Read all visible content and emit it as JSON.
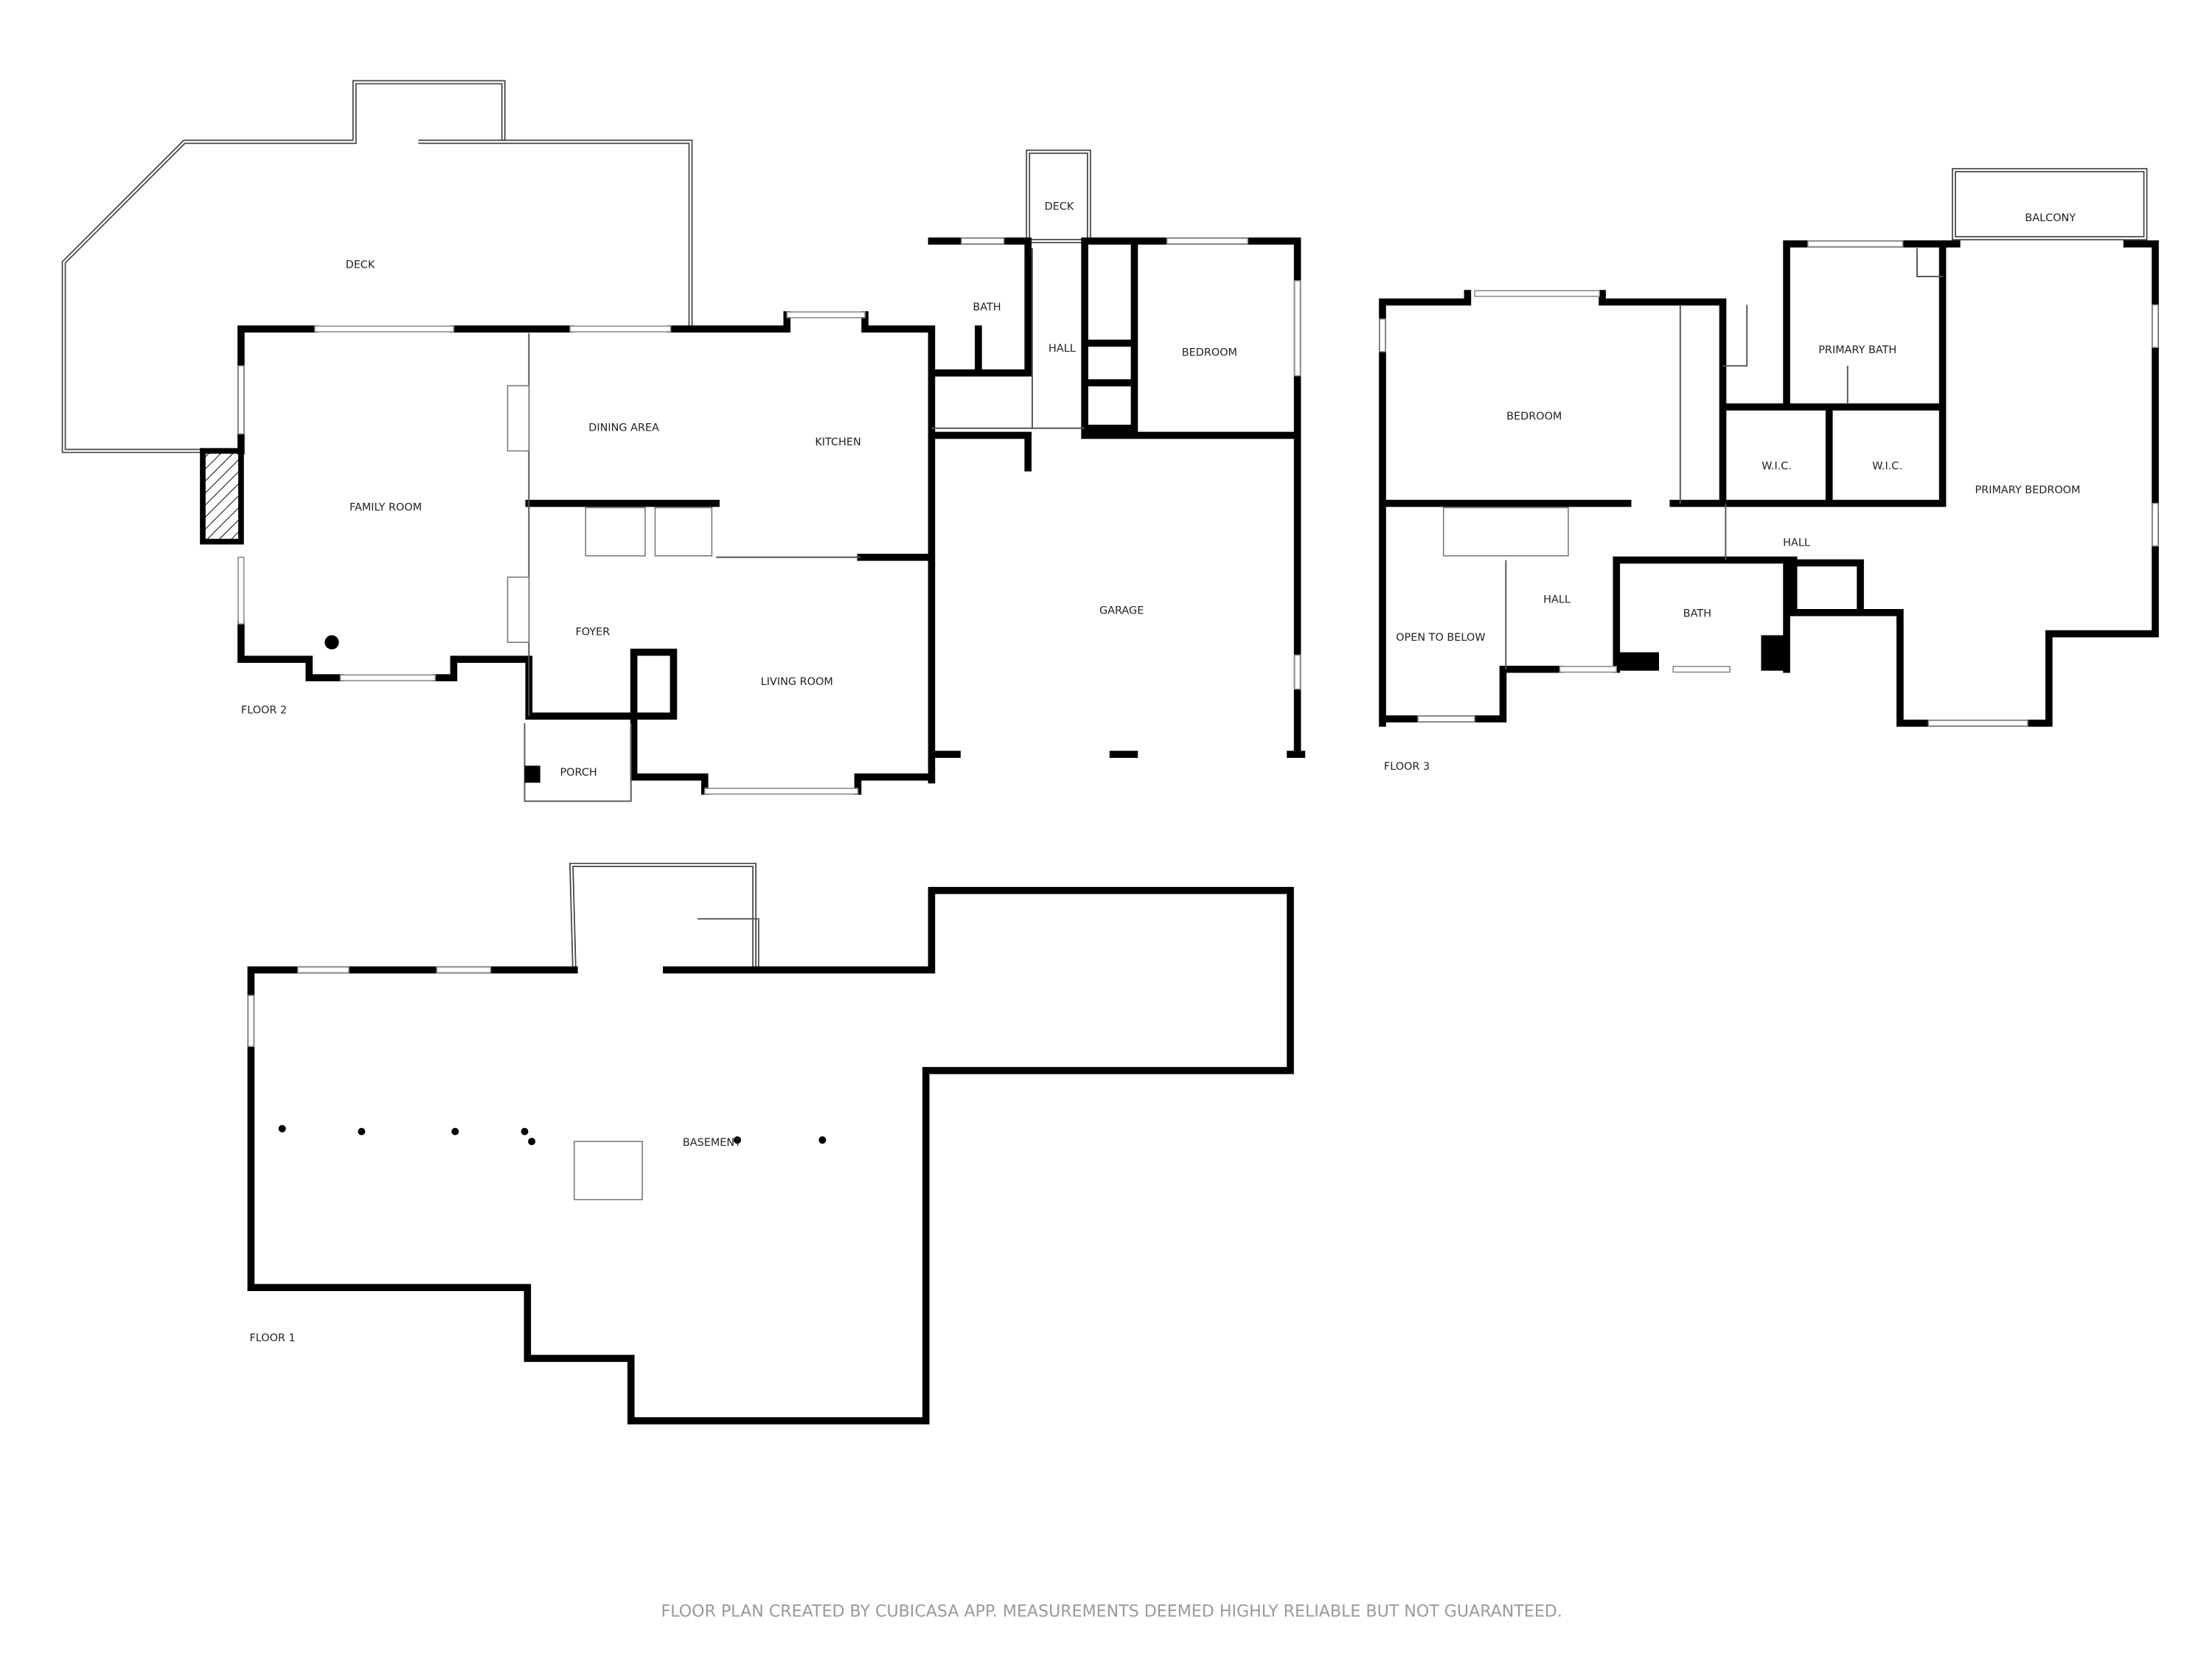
{
  "floors": {
    "floor2": {
      "label": "FLOOR 2",
      "rooms": [
        "DECK",
        "FAMILY ROOM",
        "DINING AREA",
        "KITCHEN",
        "FOYER",
        "LIVING ROOM",
        "PORCH",
        "DECK",
        "BATH",
        "HALL",
        "BEDROOM",
        "GARAGE"
      ]
    },
    "floor3": {
      "label": "FLOOR 3",
      "rooms": [
        "BEDROOM",
        "PRIMARY BATH",
        "BALCONY",
        "W.I.C.",
        "W.I.C.",
        "PRIMARY BEDROOM",
        "HALL",
        "HALL",
        "BATH",
        "OPEN TO BELOW"
      ]
    },
    "floor1": {
      "label": "FLOOR 1",
      "rooms": [
        "BASEMENT"
      ]
    }
  },
  "footer": "FLOOR PLAN CREATED BY CUBICASA APP. MEASUREMENTS DEEMED HIGHLY RELIABLE BUT NOT GUARANTEED.",
  "colors": {
    "wall": "#000000",
    "footer_text": "#9a9a9a"
  }
}
